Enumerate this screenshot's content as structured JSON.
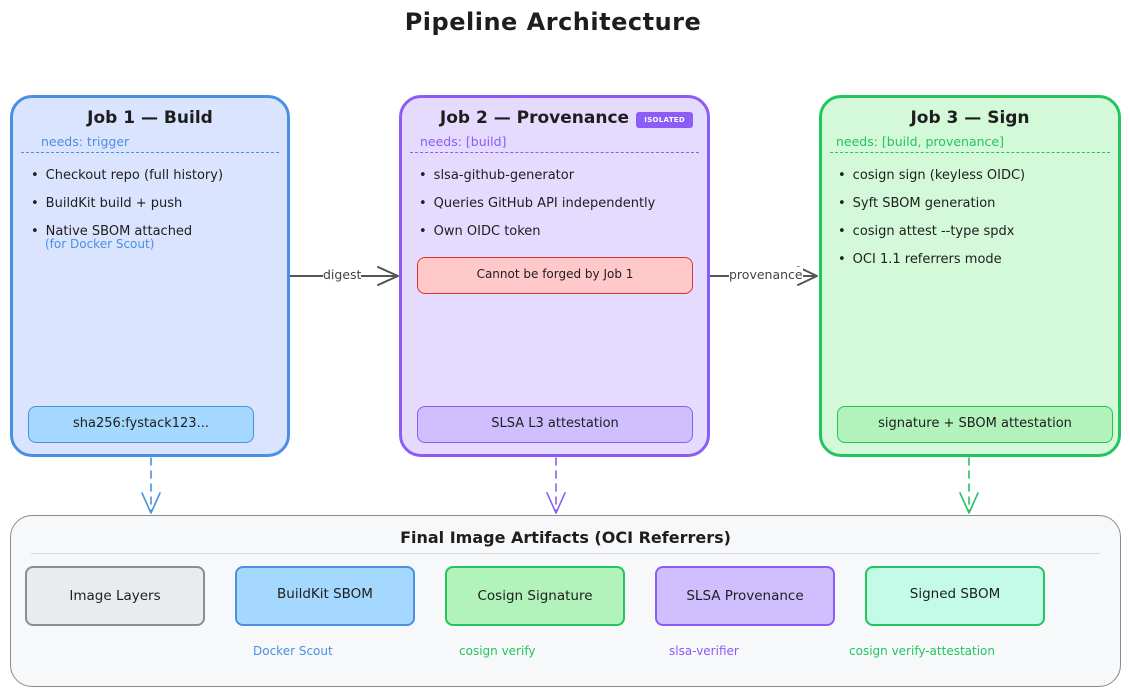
{
  "title": "Pipeline Architecture",
  "jobs": [
    {
      "title": "Job 1 — Build",
      "needs": "needs: trigger",
      "bullets": [
        "Checkout repo (full history)",
        "BuildKit build + push",
        "Native SBOM attached"
      ],
      "subnote": "(for Docker Scout)",
      "output": "sha256:fystack123..."
    },
    {
      "title": "Job 2 — Provenance",
      "badge": "ISOLATED",
      "needs": "needs: [build]",
      "bullets": [
        "slsa-github-generator",
        "Queries GitHub API independently",
        "Own OIDC token"
      ],
      "warning": "Cannot be forged by Job 1",
      "output": "SLSA L3 attestation"
    },
    {
      "title": "Job 3 — Sign",
      "needs": "needs: [build, provenance]",
      "bullets": [
        "cosign sign (keyless OIDC)",
        "Syft SBOM generation",
        "cosign attest --type spdx",
        "OCI 1.1 referrers mode"
      ],
      "output": "signature + SBOM attestation"
    }
  ],
  "edges": {
    "digest": "digest",
    "provenance": "provenance"
  },
  "final": {
    "title": "Final Image Artifacts (OCI Referrers)",
    "artifacts": [
      {
        "label": "Image Layers",
        "tool": ""
      },
      {
        "label": "BuildKit SBOM",
        "tool": "Docker Scout"
      },
      {
        "label": "Cosign Signature",
        "tool": "cosign verify"
      },
      {
        "label": "SLSA Provenance",
        "tool": "slsa-verifier"
      },
      {
        "label": "Signed SBOM",
        "tool": "cosign verify-attestation"
      }
    ]
  },
  "colors": {
    "blue": "#4a90e2",
    "blue_fill": "#dbe4ff",
    "purple": "#8b5cf6",
    "purple_fill": "#e5dbff",
    "green": "#22c55e",
    "green_fill": "#d3f9d8",
    "red": "#e03131",
    "red_fill": "#ffc9c9"
  }
}
